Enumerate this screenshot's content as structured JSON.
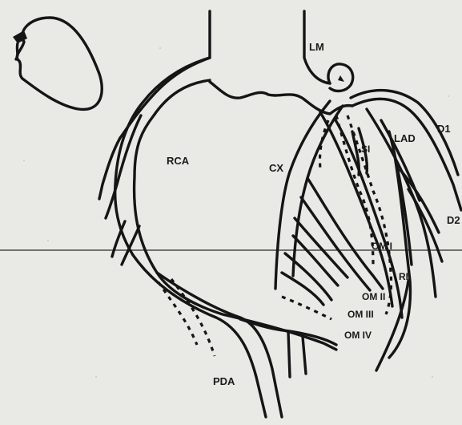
{
  "diagram": {
    "labels": {
      "lm": "LM",
      "rca": "RCA",
      "cx": "CX",
      "si": "SI",
      "lad": "LAD",
      "d1": "D1",
      "d2": "D2",
      "om1": "OM I",
      "ri": "RI",
      "om2": "OM II",
      "om3": "OM III",
      "om4": "OM IV",
      "pda": "PDA"
    },
    "colors": {
      "background": "#e9e9e6",
      "ink": "#151515"
    }
  }
}
